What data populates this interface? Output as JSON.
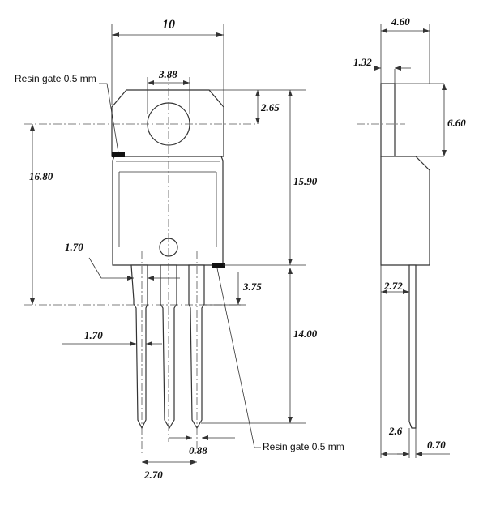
{
  "notes": {
    "resin_gate_top": "Resin gate 0.5 mm",
    "resin_gate_bottom": "Resin gate 0.5 mm"
  },
  "dimensions": {
    "overall_width": "10",
    "hole_diameter": "3.88",
    "tab_to_hole_center": "2.65",
    "hole_to_lead_bend": "16.80",
    "body_height": "15.90",
    "lead_length": "14.00",
    "lead_shoulder": "3.75",
    "lead_width_upper": "1.70",
    "lead_width_lower": "1.70",
    "lead_thickness": "0.88",
    "lead_pitch": "2.70",
    "side_thickness": "4.60",
    "side_tab_thickness": "1.32",
    "side_tab_height": "6.60",
    "side_lead_offset": "2.72",
    "side_lead_foot": "2.6",
    "side_lead_width": "0.70"
  }
}
